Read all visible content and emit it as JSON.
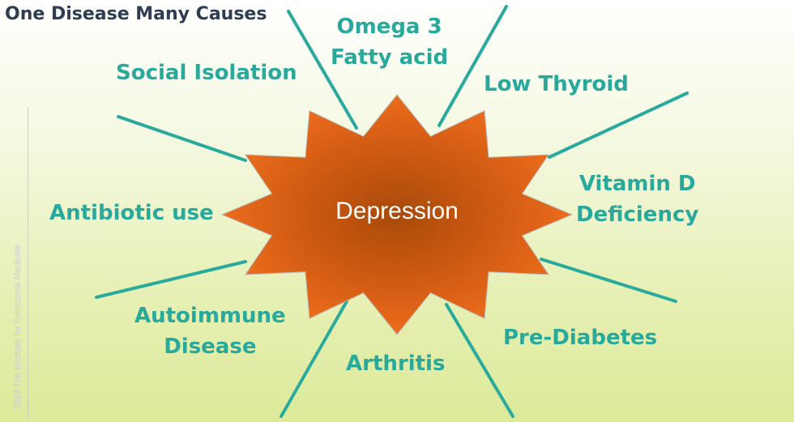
{
  "title": "One Disease Many Causes",
  "center": "Depression",
  "causes": {
    "omega3": [
      "Omega 3",
      "Fatty acid"
    ],
    "social_isolation": "Social Isolation",
    "low_thyroid": "Low Thyroid",
    "vitamin_d": [
      "Vitamin D",
      "Deficiency"
    ],
    "antibiotic": "Antibiotic use",
    "autoimmune": [
      "Autoimmune",
      "Disease"
    ],
    "arthritis": "Arthritis",
    "pre_diabetes": "Pre-Diabetes"
  },
  "copyright": "2019 The Institute for Functional Medicine",
  "colors": {
    "cause_text": "#29a99c",
    "spoke": "#2aaa9d",
    "starburst_outer": "#e8691c",
    "starburst_inner": "#a84a0a",
    "title": "#2f3d52"
  }
}
